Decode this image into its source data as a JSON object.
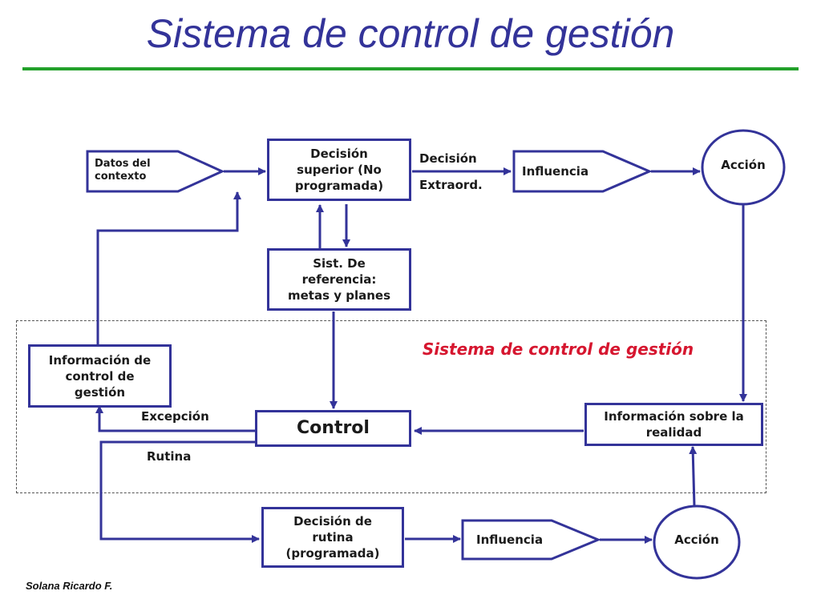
{
  "title": "Sistema de control de gestión",
  "region_title": "Sistema de control de gestión",
  "nodes": {
    "datos_contexto": "Datos del\ncontexto",
    "decision_superior": "Decisión\nsuperior (No\nprogramada)",
    "influencia_top": "Influencia",
    "accion_top": "Acción",
    "sist_referencia": "Sist. De\nreferencia:\nmetas y planes",
    "info_control": "Información de\ncontrol de\ngestión",
    "control": "Control",
    "info_realidad": "Información sobre la\nrealidad",
    "decision_rutina": "Decisión de\nrutina\n(programada)",
    "influencia_bottom": "Influencia",
    "accion_bottom": "Acción"
  },
  "labels": {
    "decision": "Decisión",
    "extraord": "Extraord.",
    "excepcion": "Excepción",
    "rutina": "Rutina"
  },
  "author": "Solana Ricardo F.",
  "colors": {
    "shape_border": "#333399",
    "title": "#333399",
    "rule": "#22a02a",
    "region_title": "#d6162f"
  }
}
